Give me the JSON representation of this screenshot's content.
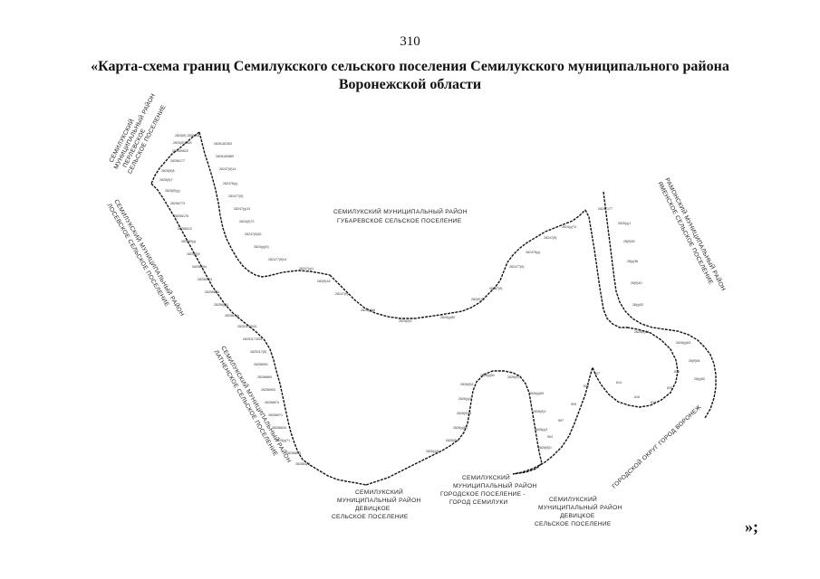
{
  "page_number": "310",
  "title_line1": "«Карта-схема границ Семилукского сельского поселения Семилукского муниципального района",
  "title_line2": "Воронежской области",
  "closing_mark": "»;",
  "neighbors": {
    "perlevskoe": [
      "СЕМИЛУКСКИЙ",
      "МУНИЦИПАЛЬНЫЙ РАЙОН",
      "ПЕРЛЕВСКОЕ",
      "СЕЛЬСКОЕ ПОСЕЛЕНИЕ"
    ],
    "lose": [
      "СЕМИЛУКСКИЙ МУНИЦИПАЛЬНЫЙ РАЙОН",
      "ЛОСЕВСКОЕ СЕЛЬСКОЕ ПОСЕЛЕНИЕ"
    ],
    "gubarevskoe": [
      "СЕМИЛУКСКИЙ МУНИЦИПАЛЬНЫЙ РАЙОН",
      "ГУБАРЕВСКОЕ СЕЛЬСКОЕ ПОСЕЛЕНИЕ"
    ],
    "ramonsky": [
      "РАМОНСКИЙ МУНИЦИПАЛЬНЫЙ РАЙОН",
      "ЯМЕНСКОЕ СЕЛЬСКОЕ ПОСЕЛЕНИЕ"
    ],
    "latnenskoe": [
      "СЕМИЛУКСКИЙ МУНИЦИПАЛЬНЫЙ РАЙОН",
      "ЛАТНЕНСКОЕ СЕЛЬСКОЕ ПОСЕЛЕНИЕ"
    ],
    "devitskoe_1": [
      "СЕМИЛУКСКИЙ",
      "МУНИЦИПАЛЬНЫЙ РАЙОН",
      "ДЕВИЦКОЕ",
      "СЕЛЬСКОЕ ПОСЕЛЕНИЕ"
    ],
    "semiluki_city": [
      "СЕМИЛУКСКИЙ",
      "МУНИЦИПАЛЬНЫЙ РАЙОН",
      "ГОРОДСКОЕ ПОСЕЛЕНИЕ -",
      "ГОРОД СЕМИЛУКИ"
    ],
    "devitskoe_2": [
      "СЕМИЛУКСКИЙ",
      "МУНИЦИПАЛЬНЫЙ РАЙОН",
      "ДЕВИЦКОЕ",
      "СЕЛЬСКОЕ ПОСЕЛЕНИЕ"
    ],
    "voronezh": [
      "ГОРОДСКОЙ ОКРУГ ГОРОД ВОРОНЕЖ"
    ]
  }
}
